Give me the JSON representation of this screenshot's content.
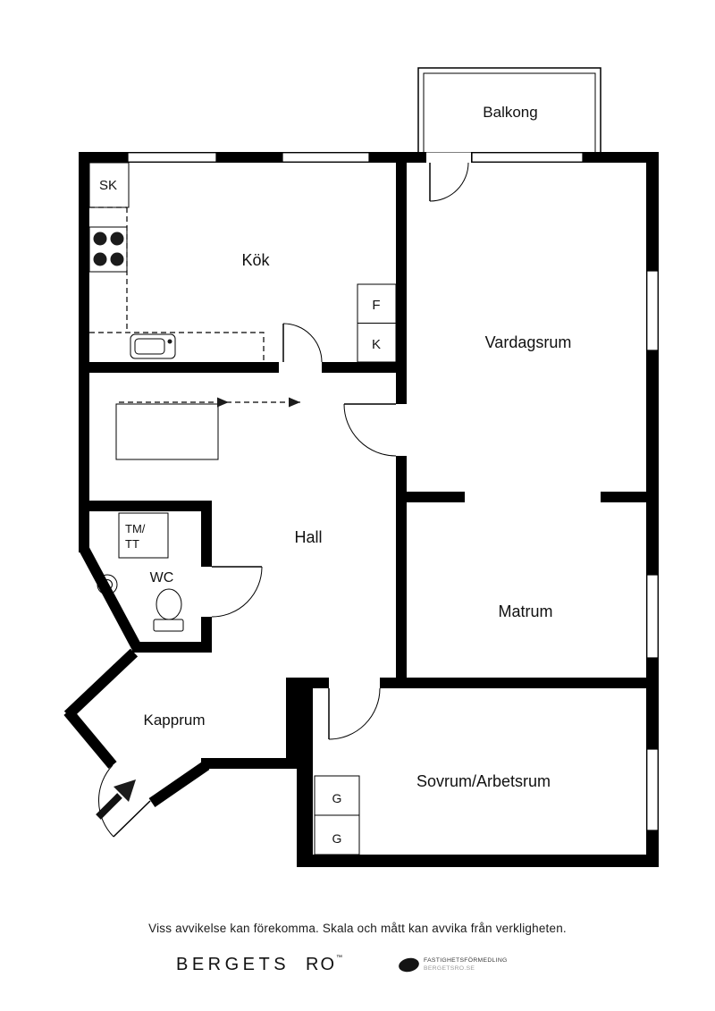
{
  "colors": {
    "wall": "#000000",
    "background": "#ffffff",
    "text": "#111111"
  },
  "rooms": {
    "balkong": "Balkong",
    "sk": "SK",
    "kok": "Kök",
    "fridge": "F",
    "freezer": "K",
    "vardagsrum": "Vardagsrum",
    "tmtt_line1": "TM/",
    "tmtt_line2": "TT",
    "hall": "Hall",
    "wc": "WC",
    "matrum": "Matrum",
    "kapprum": "Kapprum",
    "wardrobe1": "G",
    "wardrobe2": "G",
    "sovrum": "Sovrum/Arbetsrum"
  },
  "footer": {
    "disclaimer": "Viss avvikelse kan förekomma. Skala och mått kan avvika från verkligheten.",
    "brand_word1": "BERGETS",
    "brand_word2": "RO",
    "trademark": "™",
    "logo_line1": "FASTIGHETSFÖRMEDLING",
    "logo_line2": "BERGETSRO.SE"
  }
}
